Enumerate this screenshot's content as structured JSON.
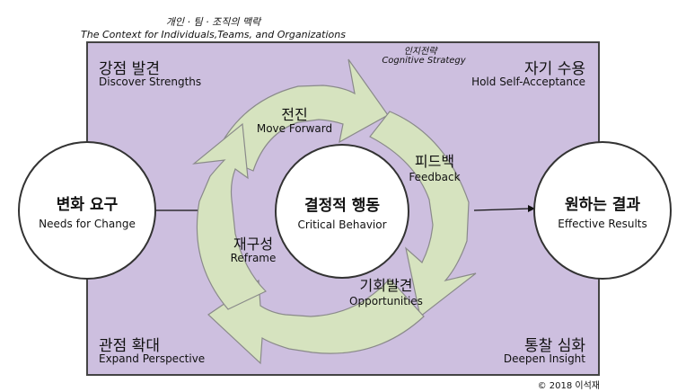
{
  "context": {
    "title_ko": "개인 · 팀 · 조직의 맥락",
    "title_en": "The Context for Individuals,Teams, and Organizations"
  },
  "cognitive_strategy": {
    "ko": "인지전략",
    "en": "Cognitive Strategy"
  },
  "corners": {
    "top_left": {
      "ko": "강점 발견",
      "en": "Discover Strengths"
    },
    "top_right": {
      "ko": "자기 수용",
      "en": "Hold Self-Acceptance"
    },
    "bottom_left": {
      "ko": "관점 확대",
      "en": "Expand Perspective"
    },
    "bottom_right": {
      "ko": "통찰 심화",
      "en": "Deepen Insight"
    }
  },
  "nodes": {
    "input": {
      "ko": "변화 요구",
      "en": "Needs for Change"
    },
    "center": {
      "ko": "결정적 행동",
      "en": "Critical Behavior"
    },
    "output": {
      "ko": "원하는 결과",
      "en": "Effective Results"
    }
  },
  "cycle": {
    "move_forward": {
      "ko": "전진",
      "en": "Move Forward"
    },
    "feedback": {
      "ko": "피드백",
      "en": "Feedback"
    },
    "opportunities": {
      "ko": "기회발견",
      "en": "Opportunities"
    },
    "reframe": {
      "ko": "재구성",
      "en": "Reframe"
    }
  },
  "copyright": "© 2018 이석재",
  "colors": {
    "frame_fill": "#cdbfdf",
    "arrow_fill": "#d6e3bf",
    "arrow_stroke": "#8a8a8a"
  }
}
